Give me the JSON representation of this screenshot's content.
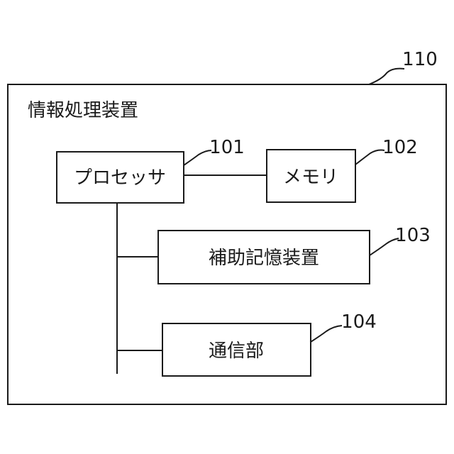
{
  "device": {
    "ref": "110",
    "title": "情報処理装置"
  },
  "processor": {
    "ref": "101",
    "label": "プロセッサ"
  },
  "memory": {
    "ref": "102",
    "label": "メモリ"
  },
  "storage": {
    "ref": "103",
    "label": "補助記憶装置"
  },
  "comm": {
    "ref": "104",
    "label": "通信部"
  }
}
